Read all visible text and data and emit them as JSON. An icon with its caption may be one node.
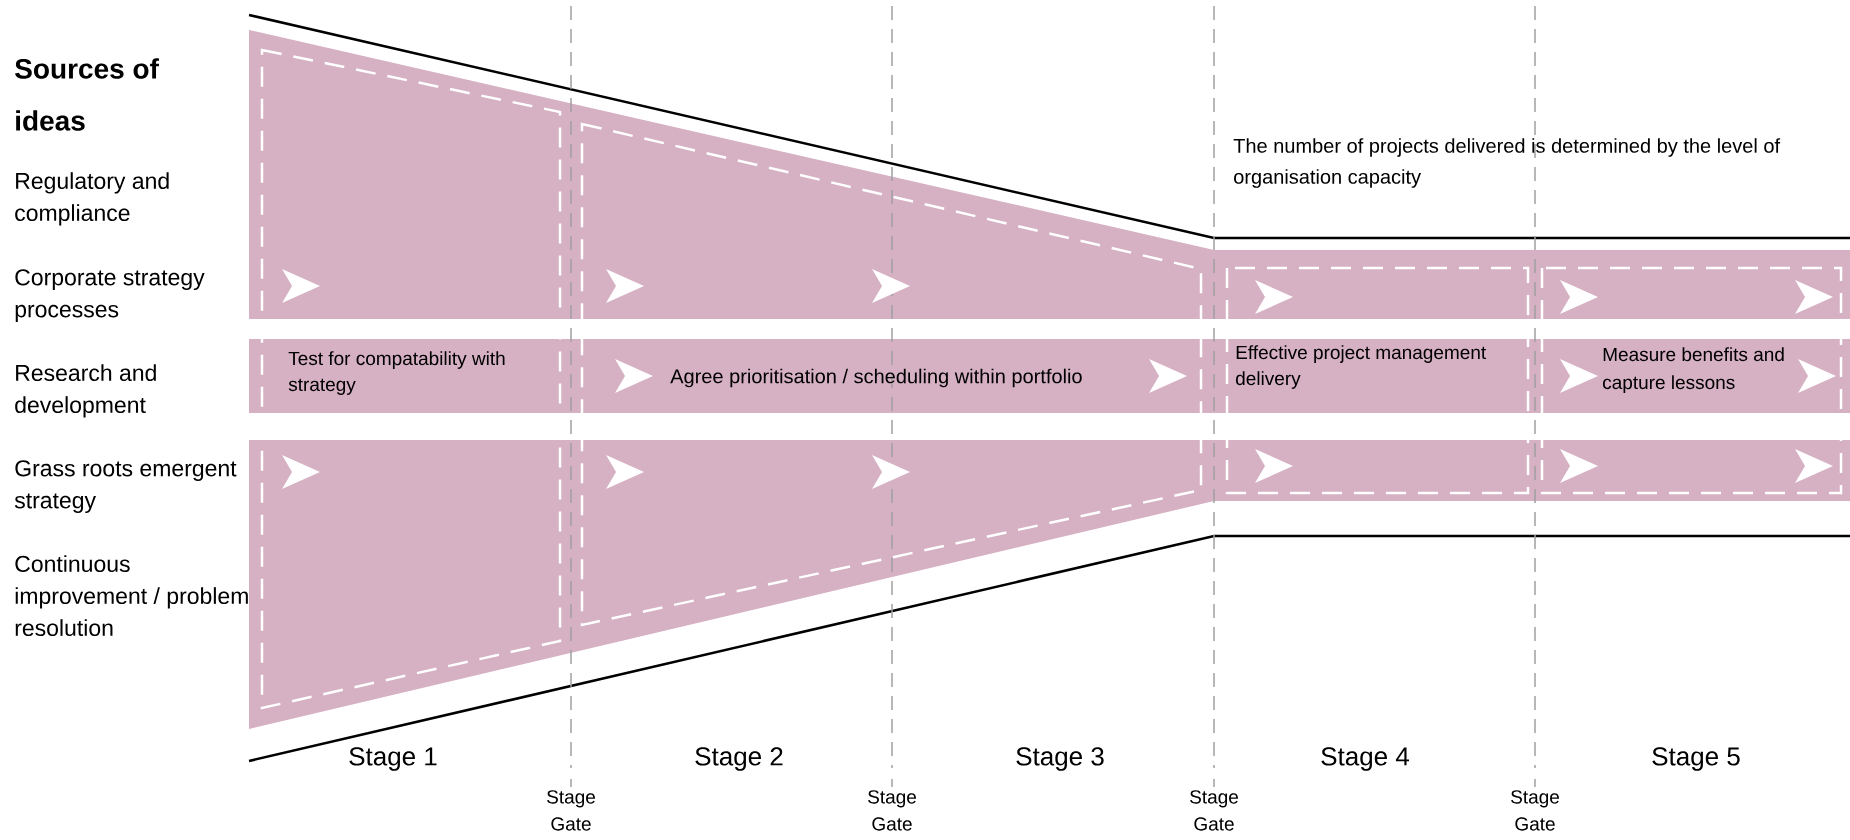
{
  "diagram": {
    "title": "Sources of ideas",
    "labels": [
      "Regulatory and compliance",
      "Corporate strategy processes",
      "Research and development",
      "Grass roots emergent strategy",
      "Continuous improvement / problem resolution",
      "The number of projects delivered is determined by the level of organisation capacity",
      "Test for compatability with strategy",
      "Agree prioritisation / scheduling within portfolio",
      "Effective project management delivery",
      "Measure benefits and capture lessons",
      "Stage 1",
      "Stage 2",
      "Stage 3",
      "Stage 4",
      "Stage 5",
      "Stage Gate",
      "Stage Gate",
      "Stage Gate",
      "Stage Gate"
    ]
  }
}
